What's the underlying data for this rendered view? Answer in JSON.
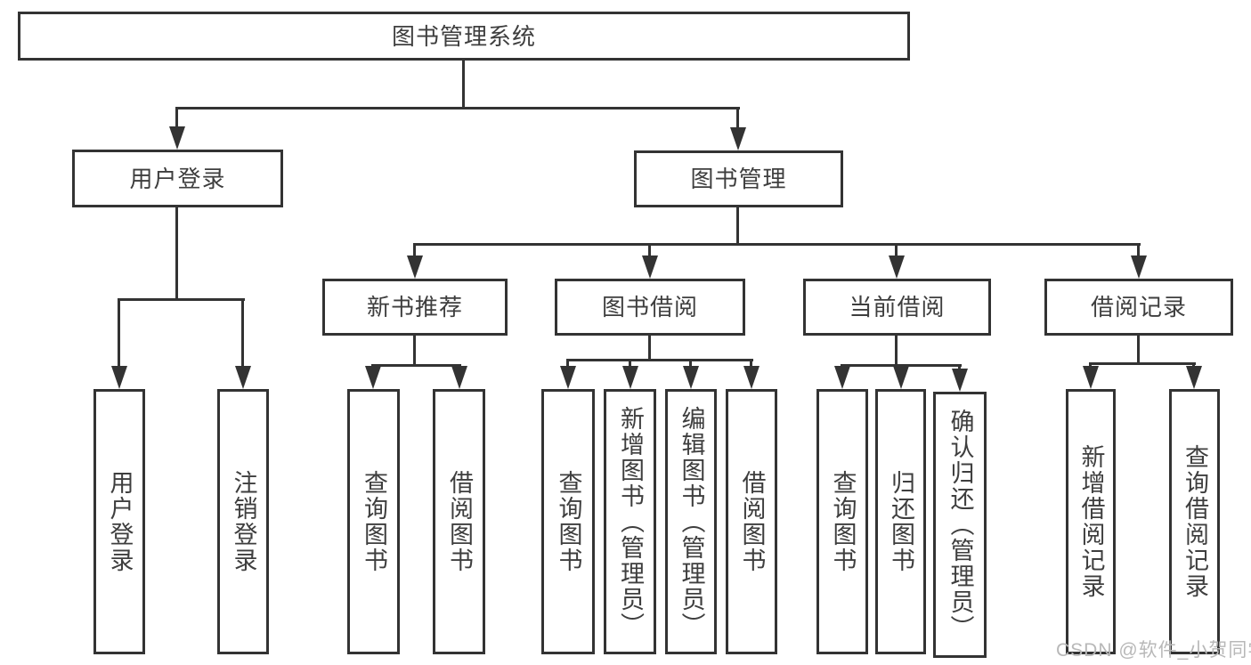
{
  "diagram": {
    "title_node": {
      "label": "图书管理系统"
    },
    "level2": [
      {
        "label": "用户登录"
      },
      {
        "label": "图书管理"
      }
    ],
    "level3": [
      {
        "label": "新书推荐"
      },
      {
        "label": "图书借阅"
      },
      {
        "label": "当前借阅"
      },
      {
        "label": "借阅记录"
      }
    ],
    "leaves": {
      "user_login": [
        {
          "label": "用户登录"
        },
        {
          "label": "注销登录"
        }
      ],
      "new_book": [
        {
          "label": "查询图书"
        },
        {
          "label": "借阅图书"
        }
      ],
      "book_borrow": [
        {
          "label": "查询图书"
        },
        {
          "label": "新增图书（管理员）"
        },
        {
          "label": "编辑图书（管理员）"
        },
        {
          "label": "借阅图书"
        }
      ],
      "current_borrow": [
        {
          "label": "查询图书"
        },
        {
          "label": "归还图书"
        },
        {
          "label": "确认归还（管理员）"
        }
      ],
      "borrow_records": [
        {
          "label": "新增借阅记录"
        },
        {
          "label": "查询借阅记录"
        }
      ]
    }
  },
  "watermark": {
    "text": "CSDN @软件_小贺同学",
    "color": "#b8b8b8"
  },
  "colors": {
    "line": "#333333",
    "text": "#3e3e3e",
    "background": "#ffffff"
  }
}
